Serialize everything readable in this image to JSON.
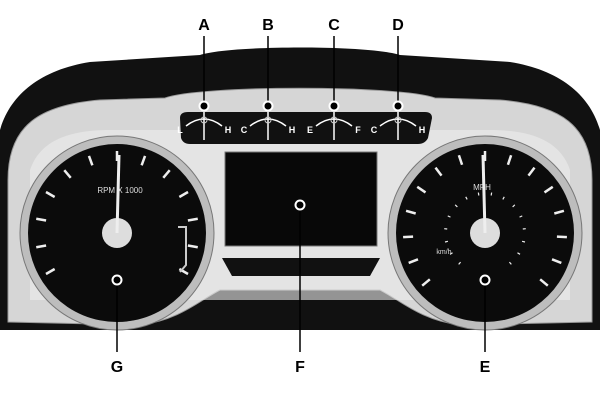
{
  "callouts": {
    "A": "A",
    "B": "B",
    "C": "C",
    "D": "D",
    "E": "E",
    "F": "F",
    "G": "G"
  },
  "gauges": {
    "oil_pressure": {
      "low": "L",
      "high": "H"
    },
    "engine_temp": {
      "low": "C",
      "high": "H"
    },
    "fuel": {
      "low": "E",
      "high": "F"
    },
    "trans_temp": {
      "low": "C",
      "high": "H"
    }
  },
  "tachometer": {
    "label": "RPM X 1000"
  },
  "speedometer": {
    "label": "MPH",
    "sub_label": "km/h"
  },
  "colors": {
    "housing": "#111111",
    "bezel": "#d8d8d8",
    "dial": "#0b0b0b",
    "ink": "#000000"
  }
}
